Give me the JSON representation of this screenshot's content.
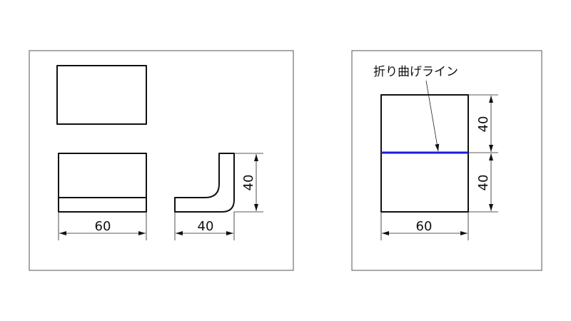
{
  "left_drawing": {
    "width_dim": "60",
    "side_width_dim": "40",
    "side_height_dim": "40"
  },
  "right_drawing": {
    "bend_line_label": "折り曲げライン",
    "upper_height_dim": "40",
    "lower_height_dim": "40",
    "width_dim": "60",
    "bend_line_color": "#1a1adc"
  }
}
